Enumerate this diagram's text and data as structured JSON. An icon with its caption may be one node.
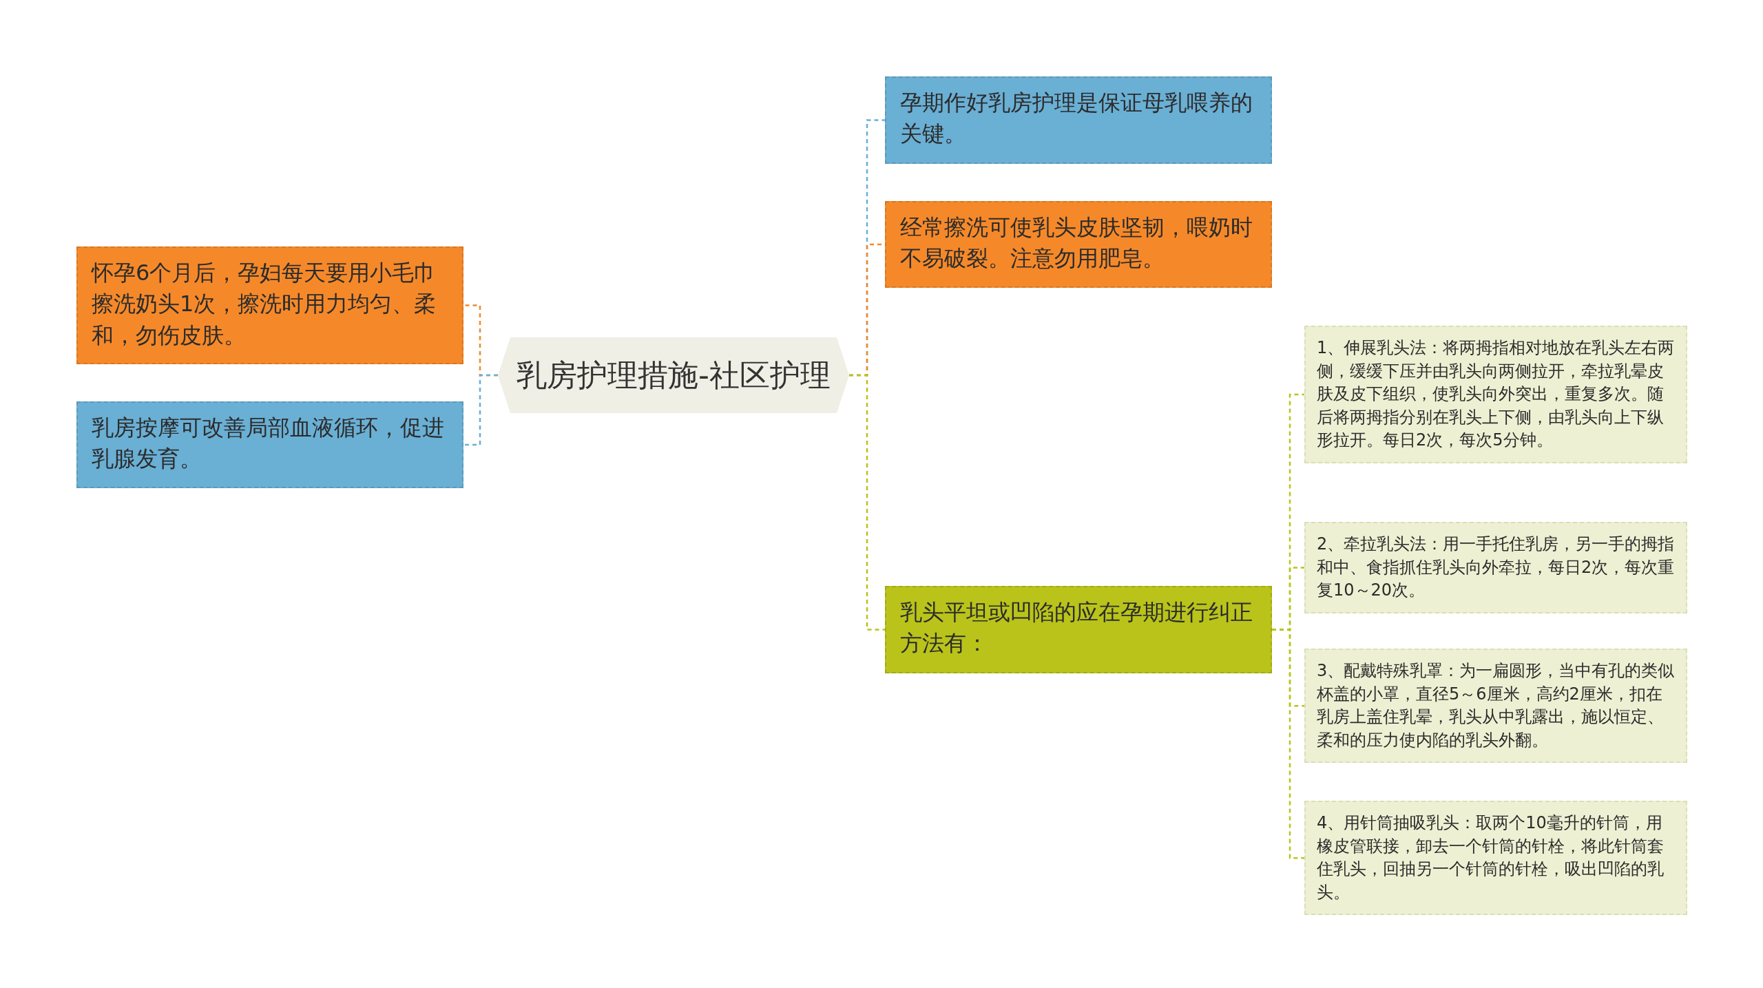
{
  "diagram": {
    "nodes": [
      {
        "text": [
          "乳房护理措施-社区护理"
        ]
      },
      {
        "text": [
          "怀孕6个月后，孕妇每天要用小毛巾擦洗奶头1次，擦洗时用力均匀、柔和，勿伤皮肤。"
        ]
      },
      {
        "text": [
          "乳房按摩可改善局部血液循环，促进乳腺发育。"
        ]
      },
      {
        "text": [
          "孕期作好乳房护理是保证母乳喂养的关键。"
        ]
      },
      {
        "text": [
          "经常擦洗可使乳头皮肤坚韧，喂奶时不易破裂。注意勿用肥皂。"
        ]
      },
      {
        "text": [
          "乳头平坦或凹陷的应在孕期进行纠正方法有："
        ]
      },
      {
        "text": [
          "1、伸展乳头法：将两拇指相对地放在乳头左右两侧，缓缓下压并由乳头向两侧拉开，牵拉乳晕皮肤及皮下组织，使乳头向外突出，重复多次。随后将两拇指分别在乳头上下侧，由乳头向上下纵形拉开。每日2次，每次5分钟。"
        ]
      },
      {
        "text": [
          "2、牵拉乳头法：用一手托住乳房，另一手的拇指和中、食指抓住乳头向外牵拉，每日2次，每次重复10～20次。"
        ]
      },
      {
        "text": [
          "3、配戴特殊乳罩：为一扁圆形，当中有孔的类似杯盖的小罩，直径5～6厘米，高约2厘米，扣在乳房上盖住乳晕，乳头从中乳露出，施以恒定、柔和的压力使内陷的乳头外翻。"
        ]
      },
      {
        "text": [
          "4、用针筒抽吸乳头：取两个10毫升的针筒，用橡皮管联接，卸去一个针筒的针栓，将此针筒套住乳头，回抽另一个针筒的针栓，吸出凹陷的乳头。"
        ]
      }
    ],
    "edges": [
      {
        "from": 0,
        "to": 1,
        "arrow": "none",
        "color": "#f08a2c"
      },
      {
        "from": 0,
        "to": 2,
        "arrow": "none",
        "color": "#6aafd4"
      },
      {
        "from": 0,
        "to": 3,
        "arrow": "none",
        "color": "#6aafd4"
      },
      {
        "from": 0,
        "to": 4,
        "arrow": "none",
        "color": "#f08a2c"
      },
      {
        "from": 0,
        "to": 5,
        "arrow": "none",
        "color": "#b9c31a"
      },
      {
        "from": 5,
        "to": 6,
        "arrow": "none",
        "color": "#b9c31a"
      },
      {
        "from": 5,
        "to": 7,
        "arrow": "none",
        "color": "#b9c31a"
      },
      {
        "from": 5,
        "to": 8,
        "arrow": "none",
        "color": "#b9c31a"
      },
      {
        "from": 5,
        "to": 9,
        "arrow": "none",
        "color": "#b9c31a"
      }
    ]
  }
}
